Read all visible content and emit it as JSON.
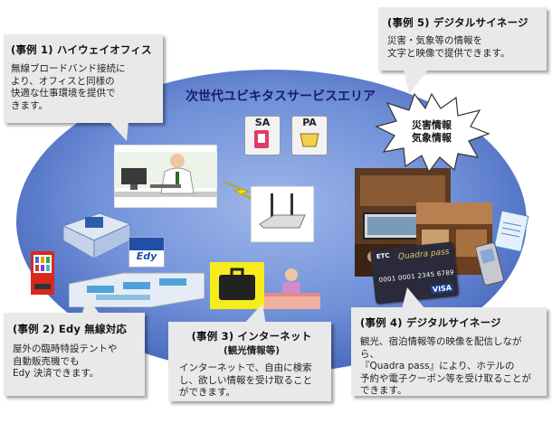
{
  "diagram": {
    "center_title": "次世代ユビキタスサービスエリア",
    "badges": {
      "sa": "SA",
      "pa": "PA"
    },
    "burst_text": "災害情報\n気象情報",
    "edy_logo": "Edy",
    "card_brand": "Quadra pass",
    "card_etc": "ETC",
    "card_number": "0001 0001 2345 6789",
    "card_visa": "VISA"
  },
  "cases": [
    {
      "title": "(事例 1) ハイウェイオフィス",
      "body": "無線ブロードバンド接続に\nより、オフィスと同様の\n快適な仕事環境を提供で\nきます。"
    },
    {
      "title": "(事例 5) デジタルサイネージ",
      "body": "災害・気象等の情報を\n文字と映像で提供できます。"
    },
    {
      "title": "(事例 2) Edy 無線対応",
      "body": "屋外の臨時特設テントや\n自動販売機でも\nEdy 決済できます。"
    },
    {
      "title": "(事例 3) インターネット",
      "subtitle": "(観光情報等)",
      "body": "インターネットで、自由に検索\nし、欲しい情報を受け取ること\nができます。"
    },
    {
      "title": "(事例 4) デジタルサイネージ",
      "body": "観光、宿泊情報等の映像を配信しながら、\n『Quadra pass』により、ホテルの\n予約や電子クーポン等を受け取ることが\nできます。"
    }
  ],
  "colors": {
    "ellipse": "#4c73c9",
    "box": "#e9e9e9",
    "title": "#1b1b6e"
  }
}
